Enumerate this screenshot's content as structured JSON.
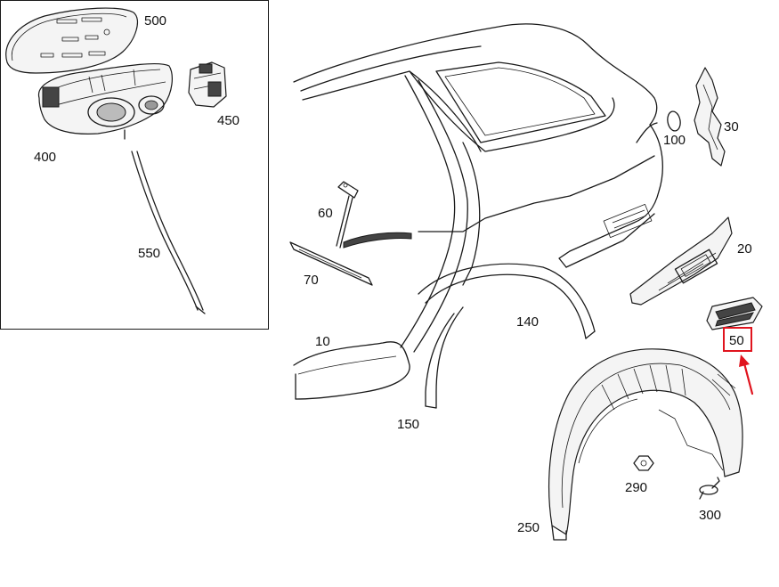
{
  "callouts": {
    "p500": "500",
    "p450": "450",
    "p400": "400",
    "p550": "550",
    "p30": "30",
    "p100": "100",
    "p60": "60",
    "p70": "70",
    "p20": "20",
    "p140": "140",
    "p10": "10",
    "p50": "50",
    "p150": "150",
    "p290": "290",
    "p300": "300",
    "p250": "250"
  },
  "colors": {
    "highlight": "#e0141e",
    "line": "#1a1a1a"
  }
}
